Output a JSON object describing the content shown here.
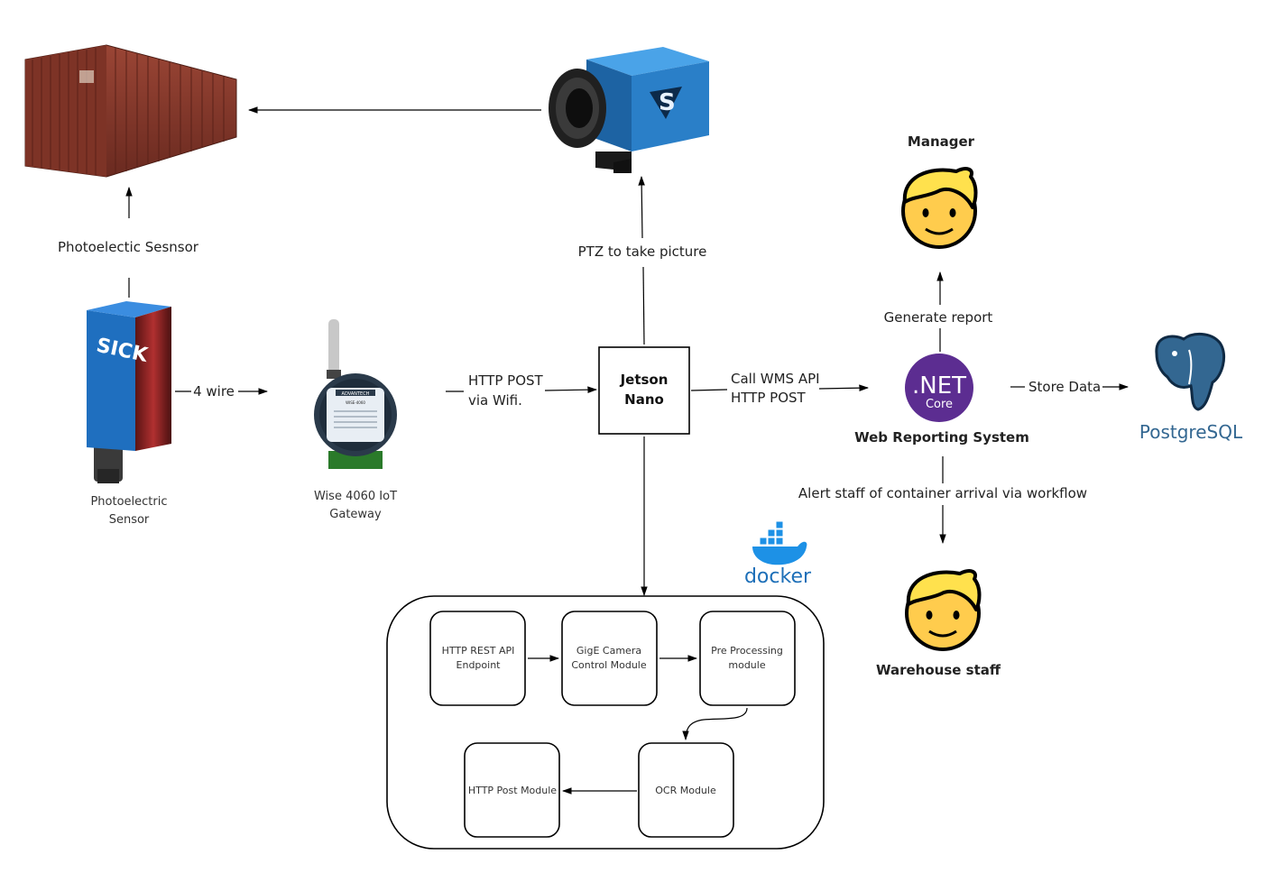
{
  "nodes": {
    "photo_sensor_label_top": "Photoelectic Sesnsor",
    "photo_sensor_caption_1": "Photoelectric",
    "photo_sensor_caption_2": "Sensor",
    "gateway_caption_1": "Wise 4060 IoT",
    "gateway_caption_2": "Gateway",
    "gateway_brand": "ADVANTECH",
    "gateway_model": "WISE-4060",
    "sensor_brand": "SICK",
    "jetson_1": "Jetson",
    "jetson_2": "Nano",
    "dotnet_main": ".NET",
    "dotnet_sub": "Core",
    "web_reporting": "Web Reporting System",
    "manager": "Manager",
    "warehouse_staff": "Warehouse staff",
    "postgres": "PostgreSQL",
    "docker": "docker"
  },
  "edges": {
    "four_wire": "4 wire",
    "http_post_1": "HTTP POST",
    "http_post_2": "via Wifi.",
    "ptz": "PTZ to take picture",
    "call_wms_1": "Call WMS API",
    "call_wms_2": "HTTP POST",
    "store_data": "Store Data",
    "generate_report": "Generate report",
    "alert_staff": "Alert staff of container arrival via workflow"
  },
  "modules": {
    "http_rest_1": "HTTP REST API",
    "http_rest_2": "Endpoint",
    "gige_1": "GigE Camera",
    "gige_2": "Control Module",
    "preproc_1": "Pre Processing",
    "preproc_2": "module",
    "http_post_module": "HTTP Post Module",
    "ocr_module": "OCR Module"
  },
  "colors": {
    "container": "#8a3a2c",
    "camera_blue": "#2a7fc8",
    "sensor_blue": "#1f6fbf",
    "dotnet_purple": "#5c2d91",
    "postgres_blue": "#336791",
    "docker_blue": "#1d91e6",
    "face_yellow": "#ffcc4d",
    "hair_yellow": "#ffe14d"
  }
}
